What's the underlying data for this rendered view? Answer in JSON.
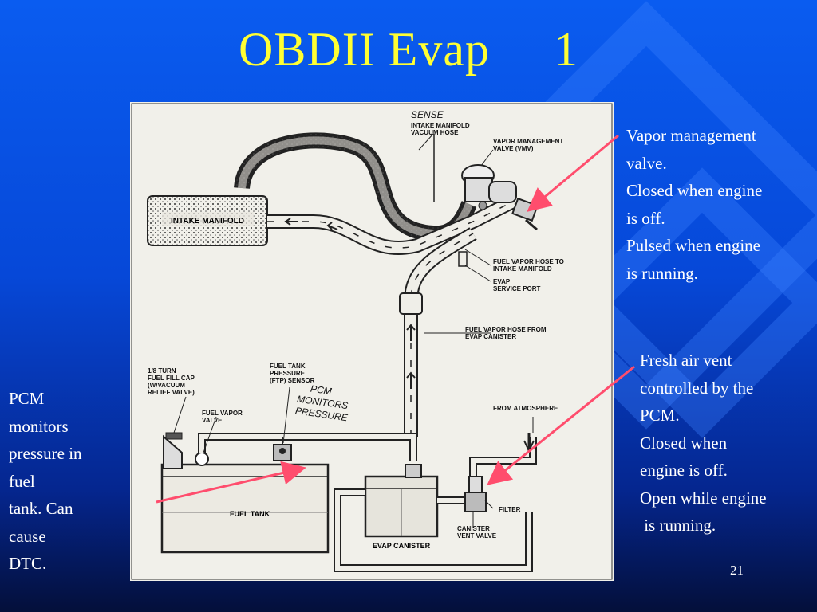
{
  "slide": {
    "title": "OBDII Evap     1",
    "number": "21",
    "background_color": "#0648d8",
    "title_color": "#ffff33"
  },
  "notes": {
    "vapor_management_valve": "Vapor management\nvalve.\nClosed when engine\nis off.\nPulsed when engine\nis running.",
    "fresh_air_vent": "Fresh air vent\ncontrolled by the\nPCM.\nClosed when\nengine is off.\nOpen while engine\n is running.",
    "pcm_monitors": "PCM\nmonitors\npressure in\nfuel\ntank. Can\ncause\nDTC."
  },
  "diagram_labels": {
    "sense": "SENSE",
    "intake_vacuum_hose_1": "INTAKE MANIFOLD",
    "intake_vacuum_hose_2": "VACUUM HOSE",
    "vmv_1": "VAPOR MANAGEMENT",
    "vmv_2": "VALVE (VMV)",
    "intake_manifold": "INTAKE MANIFOLD",
    "hose_to_manifold_1": "FUEL VAPOR HOSE TO",
    "hose_to_manifold_2": "INTAKE MANIFOLD",
    "service_port_1": "EVAP",
    "service_port_2": "SERVICE PORT",
    "hose_from_canister_1": "FUEL VAPOR HOSE FROM",
    "hose_from_canister_2": "EVAP CANISTER",
    "fill_cap_1": "1/8 TURN",
    "fill_cap_2": "FUEL FILL CAP",
    "fill_cap_3": "(W/VACUUM",
    "fill_cap_4": "RELIEF VALVE)",
    "ftp_1": "FUEL TANK",
    "ftp_2": "PRESSURE",
    "ftp_3": "(FTP) SENSOR",
    "handwritten_1": "PCM",
    "handwritten_2": "MONITORS",
    "handwritten_3": "PRESSURE",
    "fuel_vapor_valve_1": "FUEL VAPOR",
    "fuel_vapor_valve_2": "VALVE",
    "from_atmosphere": "FROM ATMOSPHERE",
    "fuel_tank": "FUEL TANK",
    "filter": "FILTER",
    "vent_valve_1": "CANISTER",
    "vent_valve_2": "VENT VALVE",
    "evap_canister": "EVAP CANISTER"
  }
}
